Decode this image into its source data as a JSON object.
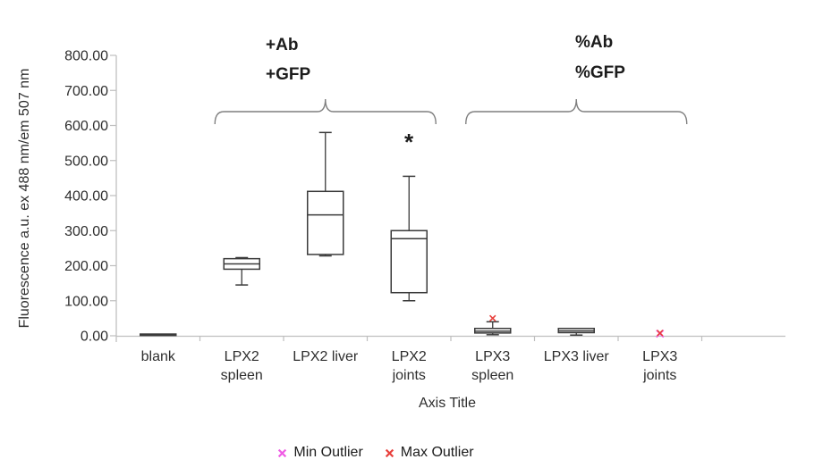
{
  "chart_data": {
    "type": "box",
    "title": "",
    "xlabel": "Axis Title",
    "ylabel": "Fluorescence a.u. ex 488 nm/em 507 nm",
    "ylim": [
      0,
      800
    ],
    "y_ticks": [
      "800.00",
      "700.00",
      "600.00",
      "500.00",
      "400.00",
      "300.00",
      "200.00",
      "100.00",
      "0.00"
    ],
    "grid": "off",
    "legend_position": "bottom",
    "categories": [
      [
        "blank"
      ],
      [
        "LPX2",
        "spleen"
      ],
      [
        "LPX2 liver"
      ],
      [
        "LPX2",
        "joints"
      ],
      [
        "LPX3",
        "spleen"
      ],
      [
        "LPX3 liver"
      ],
      [
        "LPX3",
        "joints"
      ]
    ],
    "boxes": [
      {
        "category": "blank",
        "min": 1,
        "q1": 1,
        "median": 3,
        "q3": 5,
        "max": 5
      },
      {
        "category": "LPX2 spleen",
        "min": 145,
        "q1": 190,
        "median": 205,
        "q3": 220,
        "max": 223
      },
      {
        "category": "LPX2 liver",
        "min": 228,
        "q1": 232,
        "median": 345,
        "q3": 412,
        "max": 580
      },
      {
        "category": "LPX2 joints",
        "min": 100,
        "q1": 123,
        "median": 277,
        "q3": 300,
        "max": 455
      },
      {
        "category": "LPX3 spleen",
        "min": 3,
        "q1": 8,
        "median": 13,
        "q3": 21,
        "max": 40,
        "max_outlier": 50
      },
      {
        "category": "LPX3 liver",
        "min": 2,
        "q1": 9,
        "median": 14,
        "q3": 21,
        "max": 21
      },
      {
        "category": "LPX3 joints",
        "min_outlier": 6,
        "max_outlier": 8
      }
    ],
    "annotations": {
      "group1": {
        "lines": [
          "+Ab",
          "+GFP"
        ],
        "span": [
          1,
          3
        ]
      },
      "group2": {
        "lines": [
          "%Ab",
          "%GFP"
        ],
        "span": [
          4,
          6
        ]
      },
      "significance": {
        "text": "*",
        "category": "LPX2 joints"
      }
    },
    "legend": [
      {
        "label": "Min Outlier",
        "marker": "x-cross",
        "color": "#ef5be4"
      },
      {
        "label": "Max Outlier",
        "marker": "x-cross",
        "color": "#e8403c"
      }
    ],
    "colors": {
      "axis": "#bfbfbf",
      "box_outline": "#3a3a3a",
      "text": "#2e2e2e",
      "brace": "#7f7f7f",
      "min_outlier": "#ef5be4",
      "max_outlier": "#e8403c"
    }
  }
}
